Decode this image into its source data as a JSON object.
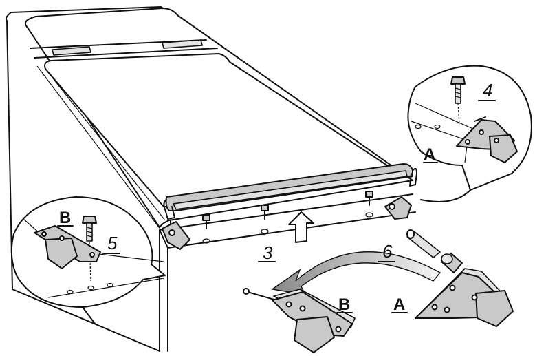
{
  "labels": {
    "part_a_callout": "A",
    "part_b_callout": "B",
    "part_a_main": "A",
    "part_b_main": "B"
  },
  "steps": {
    "step_3": "3",
    "step_4": "4",
    "step_5": "5",
    "step_6": "6"
  }
}
